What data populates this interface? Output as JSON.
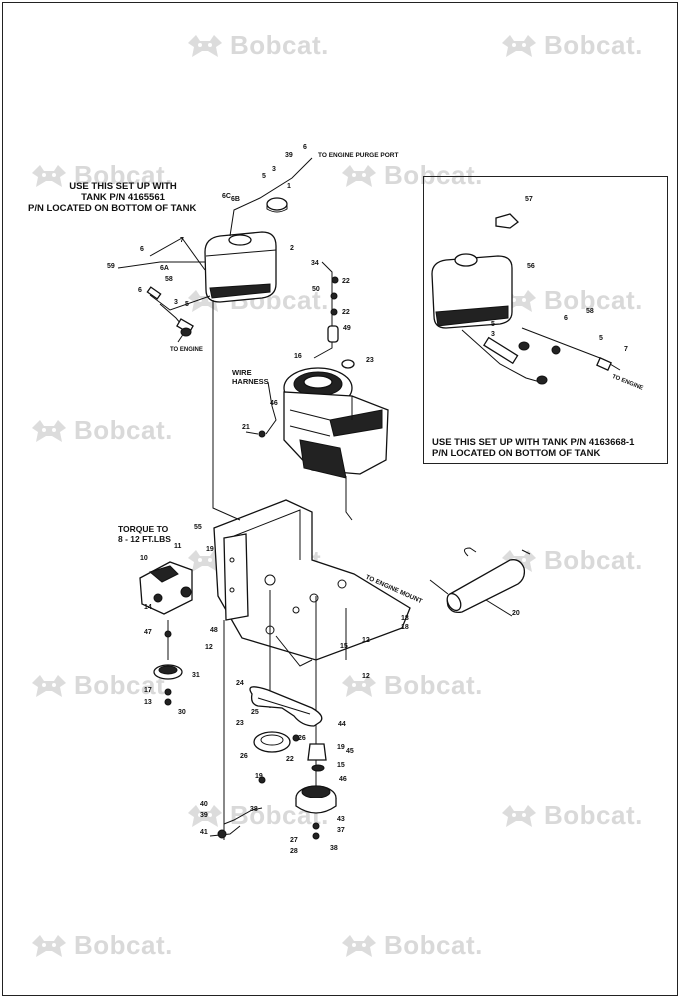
{
  "watermark": {
    "text": "Bobcat.",
    "icon": "bobcat-logo-icon"
  },
  "notes": {
    "main_tank": [
      "USE THIS SET UP WITH",
      "TANK P/N 4165561",
      "P/N LOCATED ON BOTTOM OF TANK"
    ],
    "inset_tank": [
      "USE THIS SET UP WITH TANK P/N 4163668-1",
      "P/N LOCATED ON BOTTOM OF TANK"
    ],
    "torque": [
      "TORQUE TO",
      "8 - 12 FT.LBS"
    ],
    "wire_harness": [
      "WIRE",
      "HARNESS"
    ],
    "purge_port": "TO ENGINE PURGE PORT",
    "to_engine_main": "TO ENGINE",
    "to_engine_inset": "TO ENGINE",
    "to_engine_mount": "TO ENGINE MOUNT"
  },
  "callouts": [
    {
      "text": "6"
    },
    {
      "text": "39"
    },
    {
      "text": "3"
    },
    {
      "text": "5"
    },
    {
      "text": "1"
    },
    {
      "text": "6C"
    },
    {
      "text": "6B"
    },
    {
      "text": "2"
    },
    {
      "text": "6"
    },
    {
      "text": "7"
    },
    {
      "text": "59"
    },
    {
      "text": "6A"
    },
    {
      "text": "6"
    },
    {
      "text": "58"
    },
    {
      "text": "3"
    },
    {
      "text": "5"
    },
    {
      "text": "34"
    },
    {
      "text": "22"
    },
    {
      "text": "50"
    },
    {
      "text": "22"
    },
    {
      "text": "49"
    },
    {
      "text": "16"
    },
    {
      "text": "23"
    },
    {
      "text": "46"
    },
    {
      "text": "21"
    },
    {
      "text": "55"
    },
    {
      "text": "11"
    },
    {
      "text": "19"
    },
    {
      "text": "10"
    },
    {
      "text": "14"
    },
    {
      "text": "47"
    },
    {
      "text": "48"
    },
    {
      "text": "12"
    },
    {
      "text": "31"
    },
    {
      "text": "17"
    },
    {
      "text": "13"
    },
    {
      "text": "30"
    },
    {
      "text": "24"
    },
    {
      "text": "25"
    },
    {
      "text": "23"
    },
    {
      "text": "26"
    },
    {
      "text": "22"
    },
    {
      "text": "26"
    },
    {
      "text": "18"
    },
    {
      "text": "15"
    },
    {
      "text": "12"
    },
    {
      "text": "18"
    },
    {
      "text": "12"
    },
    {
      "text": "44"
    },
    {
      "text": "19"
    },
    {
      "text": "15"
    },
    {
      "text": "19"
    },
    {
      "text": "46"
    },
    {
      "text": "45"
    },
    {
      "text": "40"
    },
    {
      "text": "39"
    },
    {
      "text": "38"
    },
    {
      "text": "41"
    },
    {
      "text": "27"
    },
    {
      "text": "28"
    },
    {
      "text": "43"
    },
    {
      "text": "37"
    },
    {
      "text": "38"
    },
    {
      "text": "20"
    },
    {
      "text": "57"
    },
    {
      "text": "56"
    },
    {
      "text": "6"
    },
    {
      "text": "5"
    },
    {
      "text": "3"
    },
    {
      "text": "58"
    },
    {
      "text": "5"
    },
    {
      "text": "7"
    }
  ]
}
